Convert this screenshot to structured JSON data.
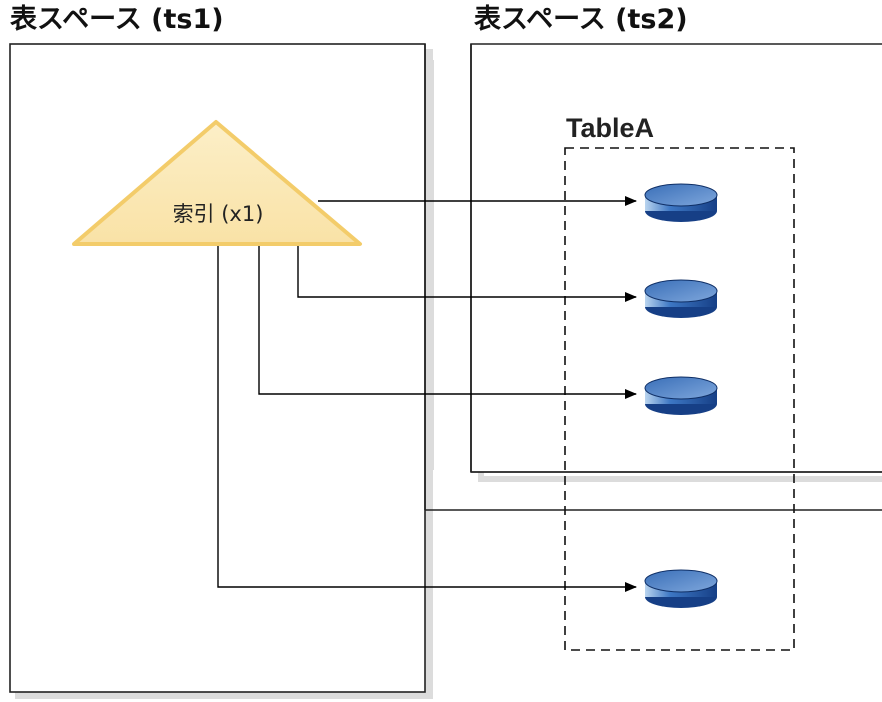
{
  "tablespace_1": {
    "label": "表スペース (ts1)"
  },
  "tablespace_2": {
    "label": "表スペース (ts2)"
  },
  "table": {
    "label": "TableA"
  },
  "index": {
    "label": "索引 (x1)"
  },
  "colors": {
    "frame": "#222222",
    "shadow": "#d9d9d9",
    "index_fill": "#fbe7b2",
    "index_edge": "#f3cc6a",
    "cylinder_top": "#5f8fd0",
    "cylinder_body": "#1e4f99",
    "arrow": "#000000"
  },
  "cylinder_icon": "database-row-icon",
  "pointers": 4
}
